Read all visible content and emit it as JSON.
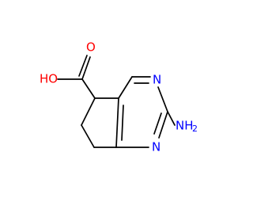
{
  "molecule": {
    "atoms": {
      "ring_n_upper": {
        "text": "N",
        "color": "#0000ff"
      },
      "ring_n_lower": {
        "text": "N",
        "color": "#0000ff"
      },
      "amine": {
        "text": "NH",
        "subscript": "2",
        "color": "#0000ff"
      },
      "carbonyl_o": {
        "text": "O",
        "color": "#ff0000"
      },
      "hydroxyl": {
        "text": "HO",
        "color": "#ff0000"
      }
    },
    "colors": {
      "bond": "#000000",
      "nitrogen": "#0000ff",
      "oxygen": "#ff0000"
    }
  }
}
